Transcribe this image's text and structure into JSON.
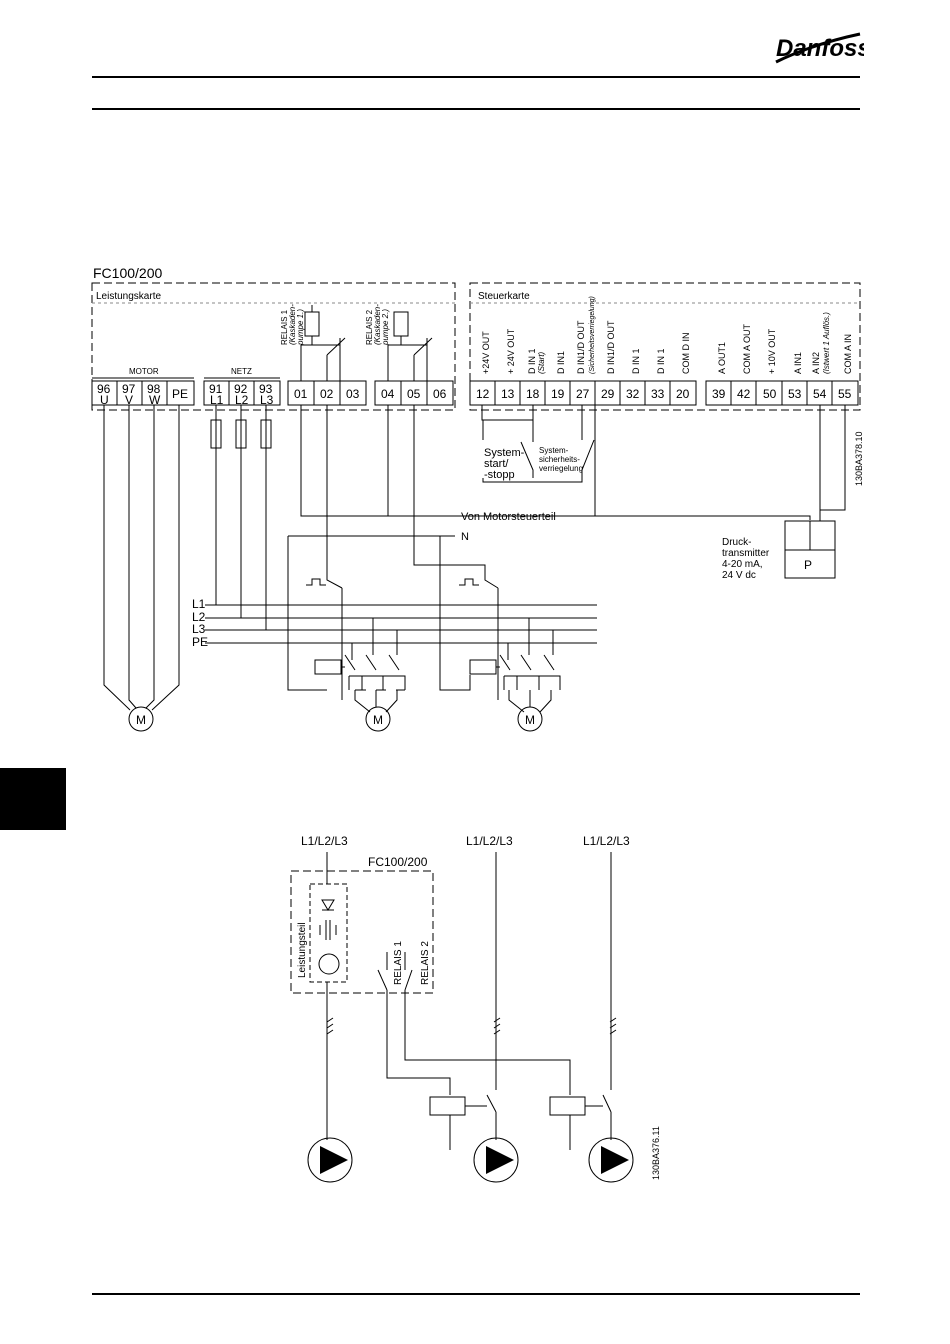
{
  "brand": {
    "name": "Danfoss"
  },
  "diagram1": {
    "title": "FC100/200",
    "power_card": "Leistungskarte",
    "control_card": "Steuerkarte",
    "group_motor": "MOTOR",
    "group_netz": "NETZ",
    "relay1_label": "RELAIS 1",
    "relay1_sub1": "(Kaskaden-",
    "relay1_sub2": "pumpe 1.)",
    "relay2_label": "RELAIS 2",
    "relay2_sub1": "(Kaskaden-",
    "relay2_sub2": "pumpe 2.)",
    "terminals_power": [
      {
        "num": "96",
        "sub": "U"
      },
      {
        "num": "97",
        "sub": "V"
      },
      {
        "num": "98",
        "sub": "W"
      },
      {
        "num": "PE",
        "sub": ""
      },
      {
        "num": "91",
        "sub": "L1"
      },
      {
        "num": "92",
        "sub": "L2"
      },
      {
        "num": "93",
        "sub": "L3"
      }
    ],
    "terminals_relay": [
      "01",
      "02",
      "03",
      "04",
      "05",
      "06"
    ],
    "terminals_ctrl": [
      {
        "num": "12",
        "lab": "+24V OUT",
        "lab2": ""
      },
      {
        "num": "13",
        "lab": "+ 24V OUT",
        "lab2": ""
      },
      {
        "num": "18",
        "lab": "D IN 1",
        "lab2": "(Start)"
      },
      {
        "num": "19",
        "lab": "D IN1",
        "lab2": ""
      },
      {
        "num": "27",
        "lab": "D IN1/D OUT",
        "lab2": "(Sicherheitsverriegelung)"
      },
      {
        "num": "29",
        "lab": "D IN1/D OUT",
        "lab2": ""
      },
      {
        "num": "32",
        "lab": "D IN 1",
        "lab2": ""
      },
      {
        "num": "33",
        "lab": "D IN 1",
        "lab2": ""
      },
      {
        "num": "20",
        "lab": "COM D IN",
        "lab2": ""
      },
      {
        "num": "39",
        "lab": "A OUT1",
        "lab2": ""
      },
      {
        "num": "42",
        "lab": "COM A OUT",
        "lab2": ""
      },
      {
        "num": "50",
        "lab": "+ 10V OUT",
        "lab2": ""
      },
      {
        "num": "53",
        "lab": "A IN1",
        "lab2": ""
      },
      {
        "num": "54",
        "lab": "A IN2",
        "lab2": "(Istwert 1 Auflös.)"
      },
      {
        "num": "55",
        "lab": "COM A IN",
        "lab2": ""
      }
    ],
    "system_start_1": "System-",
    "system_start_2": "start/",
    "system_start_3": "-stopp",
    "system_safety_1": "System-",
    "system_safety_2": "sicherheits-",
    "system_safety_3": "verriegelung",
    "von_motor": "Von Motorsteuerteil",
    "n_label": "N",
    "lines": [
      "L1",
      "L2",
      "L3",
      "PE"
    ],
    "transmitter_1": "Druck-",
    "transmitter_2": "transmitter",
    "transmitter_3": "4-20 mA,",
    "transmitter_4": "24 V dc",
    "p_label": "P",
    "motor_label": "M",
    "ref": "130BA378.10"
  },
  "diagram2": {
    "supply": "L1/L2/L3",
    "title": "FC100/200",
    "power_part": "Leistungsteil",
    "relay1": "RELAIS 1",
    "relay2": "RELAIS 2",
    "ref": "130BA376.11"
  }
}
